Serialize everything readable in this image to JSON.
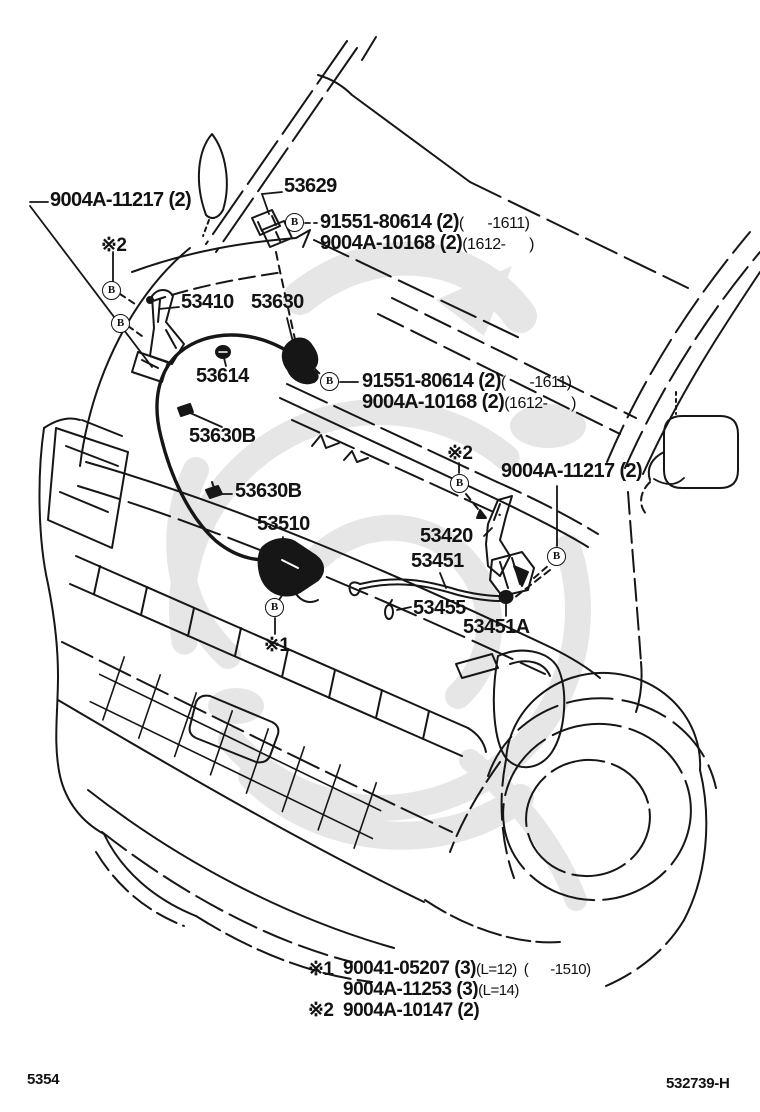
{
  "colors": {
    "line": "#161616",
    "background": "#ffffff",
    "watermark": "#e6e6e6"
  },
  "markers": {
    "b": "B",
    "x1": "※1",
    "x2": "※2"
  },
  "callouts": {
    "bolt_9004a_11217": "9004A-11217 (2)",
    "striker_53629": "53629",
    "hinge_53410": "53410",
    "cable_53630": "53630",
    "grommet_53614": "53614",
    "clamp_53630b": "53630B",
    "lock_53510": "53510",
    "hinge_53420": "53420",
    "rod_53451": "53451",
    "clip_53455": "53455",
    "grommet_53451a": "53451A"
  },
  "bolt_group": {
    "num1": "91551-80614 (2)",
    "range1": "(      -1611)",
    "num2": "9004A-10168 (2)",
    "range2": "(1612-      )"
  },
  "footnotes": {
    "x1_num1": "90041-05207 (3)",
    "x1_len1": "(L=12)",
    "x1_range1": "(      -1510)",
    "x1_num2": "9004A-11253 (3)",
    "x1_len2": "(L=14)",
    "x2_num": "9004A-10147 (2)"
  },
  "footer": {
    "page_code": "5354",
    "drawing_code": "532739-H"
  }
}
